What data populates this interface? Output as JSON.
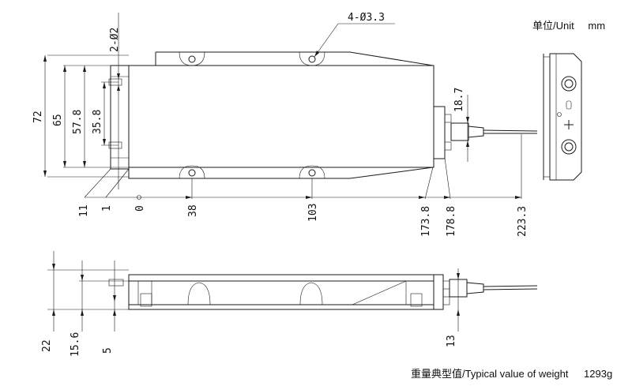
{
  "unit_label": "单位/Unit",
  "unit_value": "mm",
  "weight_label": "重量典型值/Typical value of weight",
  "weight_value": "1293g",
  "hole_small": "2-Ø2",
  "hole_large": "4-Ø3.3",
  "dims_vertical": {
    "d72": "72",
    "d65": "65",
    "d57_8": "57.8",
    "d35_8": "35.8",
    "d18_7": "18.7"
  },
  "dims_horizontal": {
    "h11": "11",
    "h1": "1",
    "h0": "0",
    "h38": "38",
    "h103": "103",
    "h173_8": "173.8",
    "h178_8": "178.8",
    "h223_3": "223.3"
  },
  "dims_side": {
    "s22": "22",
    "s15_6": "15.6",
    "s5": "5",
    "s13": "13"
  }
}
